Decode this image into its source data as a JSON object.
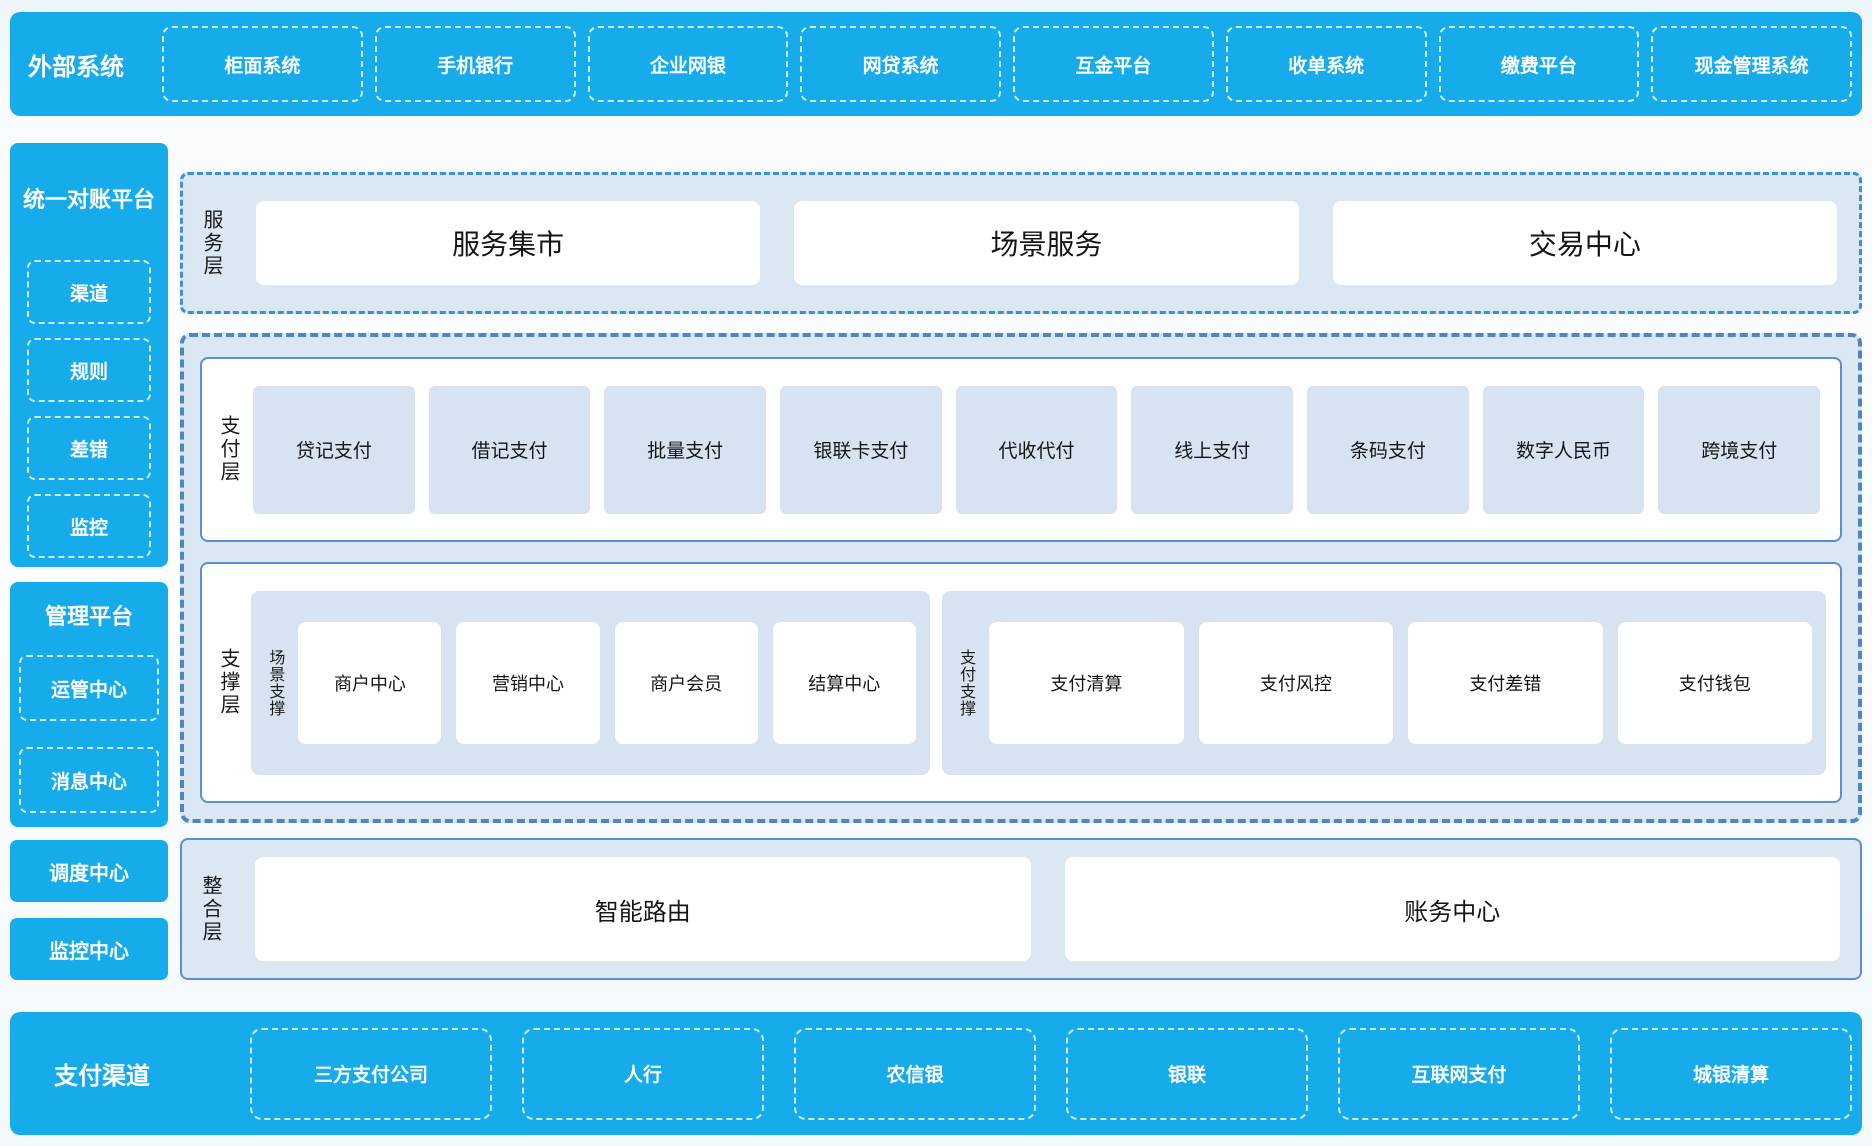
{
  "colors": {
    "accent_blue": "#16abeb",
    "panel_light_blue": "#dce7f4",
    "inner_box_blue": "#d8e3f2",
    "solid_border_blue": "#5a90ce",
    "dashed_border_blue": "#4d86c6",
    "dashdot_border_blue": "#3e8ed8",
    "text_dark": "#141517",
    "text_white": "#ffffff"
  },
  "top_bar": {
    "title": "外部系统",
    "items": [
      "柜面系统",
      "手机银行",
      "企业网银",
      "网贷系统",
      "互金平台",
      "收单系统",
      "缴费平台",
      "现金管理系统"
    ]
  },
  "sidebar": {
    "blocks": [
      {
        "title": "统一对账平台",
        "items": [
          "渠道",
          "规则",
          "差错",
          "监控"
        ]
      },
      {
        "title": "管理平台",
        "items": [
          "运管中心",
          "消息中心"
        ]
      }
    ],
    "solo_blocks": [
      "调度中心",
      "监控中心"
    ]
  },
  "layers": {
    "service": {
      "label": "服务层",
      "items": [
        "服务集市",
        "场景服务",
        "交易中心"
      ]
    },
    "payment": {
      "label": "支付层",
      "items": [
        "贷记支付",
        "借记支付",
        "批量支付",
        "银联卡支付",
        "代收代付",
        "线上支付",
        "条码支付",
        "数字人民币",
        "跨境支付"
      ]
    },
    "support": {
      "label": "支撑层",
      "panels": [
        {
          "label": "场景支撑",
          "items": [
            "商户中心",
            "营销中心",
            "商户会员",
            "结算中心"
          ]
        },
        {
          "label": "支付支撑",
          "items": [
            "支付清算",
            "支付风控",
            "支付差错",
            "支付钱包"
          ]
        }
      ]
    },
    "integration": {
      "label": "整合层",
      "items": [
        "智能路由",
        "账务中心"
      ]
    }
  },
  "bottom_bar": {
    "title": "支付渠道",
    "items": [
      "三方支付公司",
      "人行",
      "农信银",
      "银联",
      "互联网支付",
      "城银清算"
    ]
  }
}
